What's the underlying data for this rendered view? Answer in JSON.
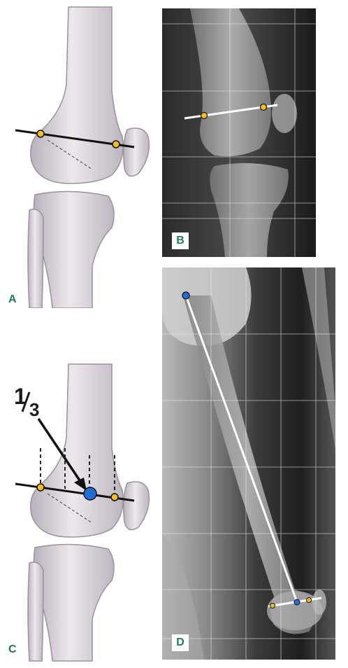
{
  "panels": {
    "a": {
      "label": "A"
    },
    "b": {
      "label": "B"
    },
    "c": {
      "label": "C",
      "fraction_num": "1",
      "fraction_den": "3"
    },
    "d": {
      "label": "D"
    }
  },
  "colors": {
    "bone_fill": "#d8d3d8",
    "bone_shadow": "#b9b2bb",
    "line_black": "#111111",
    "line_white": "#ffffff",
    "point_yellow": "#f2c01c",
    "point_blue": "#1f6fd6",
    "label_green": "#1f7a5e"
  },
  "icons": {
    "point_marker": "yellow-point-icon",
    "center_marker": "blue-point-icon",
    "arrow": "arrow-icon"
  }
}
